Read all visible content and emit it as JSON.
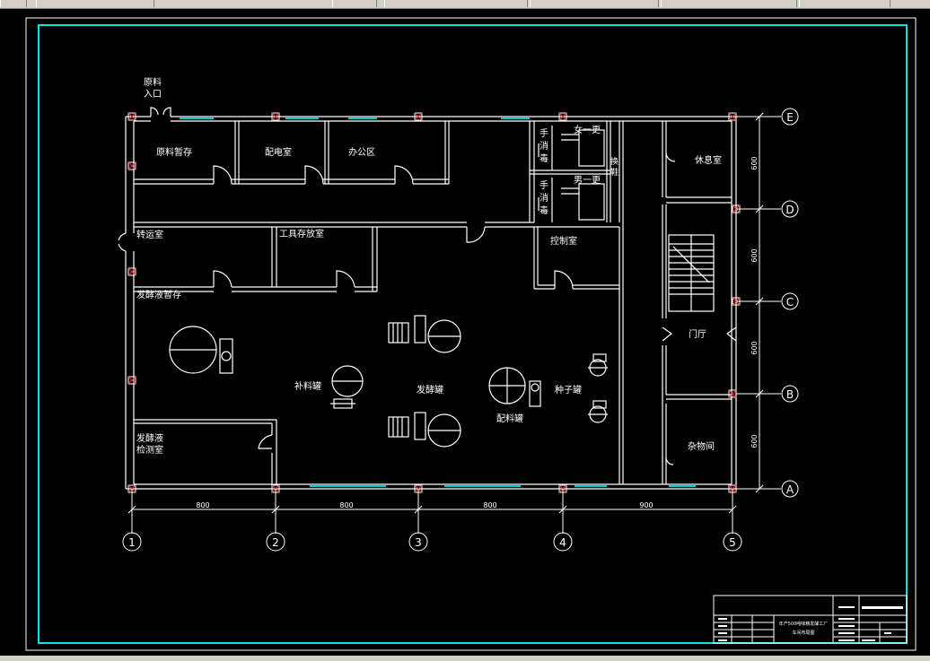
{
  "colors": {
    "background": "#000000",
    "wall": "#ffffff",
    "frame": "#00e5e5",
    "window": "#00cccc",
    "column_marker": "#ff3333"
  },
  "rooms": {
    "raw_entry": [
      "原料",
      "入口"
    ],
    "raw_storage": "原料暂存",
    "power_room": "配电室",
    "office": "办公区",
    "hand_disinfect_1": [
      "手",
      "消",
      "毒"
    ],
    "hand_disinfect_2": [
      "手",
      "消",
      "毒"
    ],
    "female_change": "女一更",
    "male_change": "男一更",
    "shoe_change": [
      "换",
      "鞋"
    ],
    "rest_room": "休息室",
    "transfer_room": "转运室",
    "tool_storage": "工具存放室",
    "control_room": "控制室",
    "broth_storage": "发酵液暂存",
    "lobby": "门厅",
    "supplement_tank": "补料罐",
    "fermenter": "发酵罐",
    "batching_tank": "配料罐",
    "seed_tank": "种子罐",
    "broth_lab": [
      "发酵液",
      "检测室"
    ],
    "storage_room": "杂物间"
  },
  "axes": {
    "columns": [
      "1",
      "2",
      "3",
      "4",
      "5"
    ],
    "rows": [
      "A",
      "B",
      "C",
      "D",
      "E"
    ],
    "horizontal_dims": [
      "800",
      "800",
      "800",
      "900"
    ],
    "vertical_dims": [
      "600",
      "600",
      "600",
      "600"
    ]
  },
  "title_block": {
    "project_title": [
      "年产500吨味精发酵工厂",
      "车间布局图"
    ]
  }
}
